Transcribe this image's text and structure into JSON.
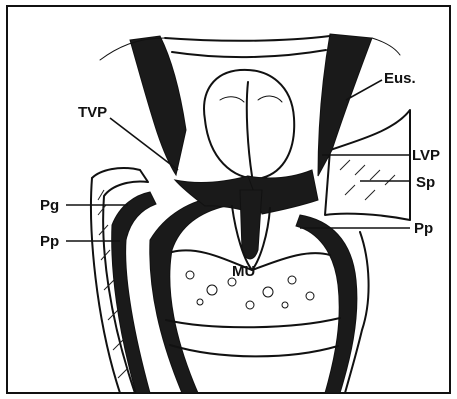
{
  "labels": {
    "eus": "Eus.",
    "tvp": "TVP",
    "lvp": "LVP",
    "sp": "Sp",
    "pg": "Pg",
    "pp_left": "Pp",
    "pp_right": "Pp",
    "mu": "MU"
  }
}
